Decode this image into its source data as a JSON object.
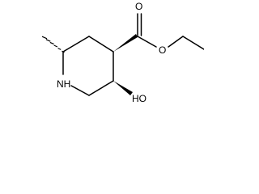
{
  "molecule": {
    "atoms": {
      "carbonyl_oxygen": "O",
      "ester_oxygen": "O",
      "ring_nitrogen": "NH",
      "hydroxyl": "HO"
    }
  }
}
